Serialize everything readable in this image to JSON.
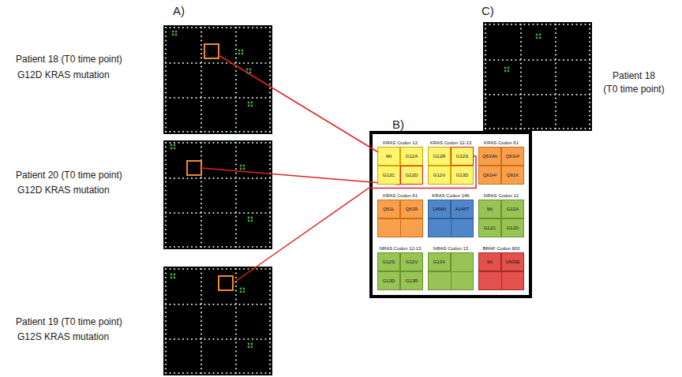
{
  "diagram": {
    "nodes": [
      {
        "text": [
          "KRAS Codon 12"
        ]
      },
      {
        "text": [
          "Wt"
        ],
        "in": 0
      },
      {
        "text": [
          "G12A"
        ],
        "in": 0
      },
      {
        "text": [
          "G12C"
        ],
        "in": 0
      },
      {
        "text": [
          "G12D"
        ],
        "in": 0
      },
      {
        "text": [
          "KRAS Codon 12-13"
        ]
      },
      {
        "text": [
          "G12R"
        ],
        "in": 5
      },
      {
        "text": [
          "G12S"
        ],
        "in": 5
      },
      {
        "text": [
          "G12V"
        ],
        "in": 5
      },
      {
        "text": [
          "G13D"
        ],
        "in": 5
      },
      {
        "text": [
          "KRAS Codon 61"
        ]
      },
      {
        "text": [
          "Q61Wt"
        ],
        "in": 10
      },
      {
        "text": [
          "Q61H¹"
        ],
        "in": 10
      },
      {
        "text": [
          "Q61H²"
        ],
        "in": 10
      },
      {
        "text": [
          "Q61K"
        ],
        "in": 10
      },
      {
        "text": [
          "KRAS Codon 61"
        ]
      },
      {
        "text": [
          "Q61L"
        ],
        "in": 15
      },
      {
        "text": [
          "Q61R"
        ],
        "in": 15
      },
      {
        "text": [
          "KRAS Codon 146"
        ]
      },
      {
        "text": [
          "146Wt"
        ],
        "in": 18
      },
      {
        "text": [
          "A146T"
        ],
        "in": 18
      },
      {
        "text": [
          "NRAS Codon 12"
        ]
      },
      {
        "text": [
          "Wt"
        ],
        "in": 21
      },
      {
        "text": [
          "G12A"
        ],
        "in": 21
      },
      {
        "text": [
          "G12C"
        ],
        "in": 21
      },
      {
        "text": [
          "G12D"
        ],
        "in": 21
      },
      {
        "text": [
          "NRAS Codon 12-13"
        ]
      },
      {
        "text": [
          "G12S"
        ],
        "in": 26
      },
      {
        "text": [
          "G12V"
        ],
        "in": 26
      },
      {
        "text": [
          "G13D"
        ],
        "in": 26
      },
      {
        "text": [
          "G13R"
        ],
        "in": 26
      },
      {
        "text": [
          "NRAS Codon 13"
        ]
      },
      {
        "text": [
          "G13V"
        ],
        "in": 31
      },
      {
        "text": [
          "BRAF Codon 600"
        ]
      },
      {
        "text": [
          "Wt"
        ],
        "in": 33
      },
      {
        "text": [
          "V600E"
        ],
        "in": 33
      }
    ],
    "labels": [
      "A)",
      "B)",
      "C)",
      "Patient 18 (T0 time point)",
      "G12D KRAS mutation",
      "Patient 20 (T0 time point)",
      "G12D KRAS mutation",
      "Patient 19 (T0 time point)",
      "G12S KRAS mutation",
      "Patient 18",
      "(T0 time point)"
    ]
  }
}
